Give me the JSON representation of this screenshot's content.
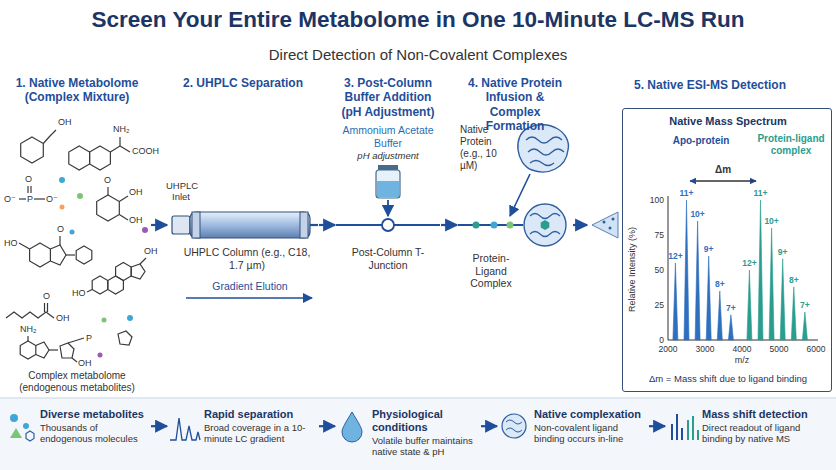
{
  "diagram": {
    "title": "Screen Your Entire Metabolome in One 10-Minute LC-MS Run",
    "nodes": [
      {
        "text": [
          "1. Native Metabolome (Complex Mixture)",
          "Complex metabolome (endogenous metabolites)"
        ]
      },
      {
        "text": [
          "2. UHPLC Separation",
          "UHPLC Column (e.g., C18, 1.7 µm)",
          "Gradient Elution"
        ]
      },
      {
        "text": [
          "3. Post-Column Buffer Addition (pH Adjustment)",
          "Ammonium Acetate Buffer",
          "pH adjustment",
          "Post-Column T-Junction"
        ]
      },
      {
        "text": [
          "4. Native Protein Infusion & Complex Formation",
          "Native Protein (e.g., 10 µM)",
          "Protein-Ligand Complex"
        ]
      },
      {
        "text": [
          "5. Native ESI-MS Detection"
        ]
      },
      {
        "text": [
          "Native Mass Spectrum",
          "Apo-protein",
          "Protein-ligand complex",
          "Δm = Mass shift due to ligand binding"
        ],
        "in": 4
      },
      {
        "text": [
          "Diverse metabolites",
          "Thousands of endogenous molecules"
        ]
      },
      {
        "text": [
          "Rapid separation",
          "Broad coverage in a 10-minute LC gradient"
        ]
      },
      {
        "text": [
          "Physiological conditions",
          "Volatile buffer maintains native state & pH"
        ]
      },
      {
        "text": [
          "Native complexation",
          "Non-covalent ligand binding occurs in-line"
        ]
      },
      {
        "text": [
          "Mass shift detection",
          "Direct readout of ligand binding by native MS"
        ]
      }
    ],
    "edges": [
      {
        "from": 0,
        "to": 1,
        "arrow": "to"
      },
      {
        "from": 1,
        "to": 2,
        "arrow": "to"
      },
      {
        "from": 2,
        "to": 3,
        "arrow": "to"
      },
      {
        "from": 3,
        "to": 4,
        "arrow": "to"
      },
      {
        "from": 6,
        "to": 7,
        "arrow": "to"
      },
      {
        "from": 7,
        "to": 8,
        "arrow": "to"
      },
      {
        "from": 8,
        "to": 9,
        "arrow": "to"
      },
      {
        "from": 9,
        "to": 10,
        "arrow": "to"
      }
    ],
    "labels": [
      "Direct Detection of Non-Covalent Complexes",
      "UHPLC Inlet",
      "12+",
      "11+",
      "10+",
      "9+",
      "8+",
      "7+",
      "12+",
      "11+",
      "10+",
      "9+",
      "8+",
      "7+",
      "Δm",
      "Relative Intensity (%)",
      "m/z",
      "0",
      "25",
      "50",
      "75",
      "100",
      "2000",
      "3000",
      "4000",
      "5000",
      "6000",
      "OH",
      "NH₂",
      "COOH",
      "O",
      "P",
      "O⁻",
      "O⁻",
      "O",
      "OH",
      "OH",
      "HO",
      "O",
      "HO",
      "OH",
      "O",
      "OH",
      "NH₂",
      "P",
      "OH"
    ]
  }
}
